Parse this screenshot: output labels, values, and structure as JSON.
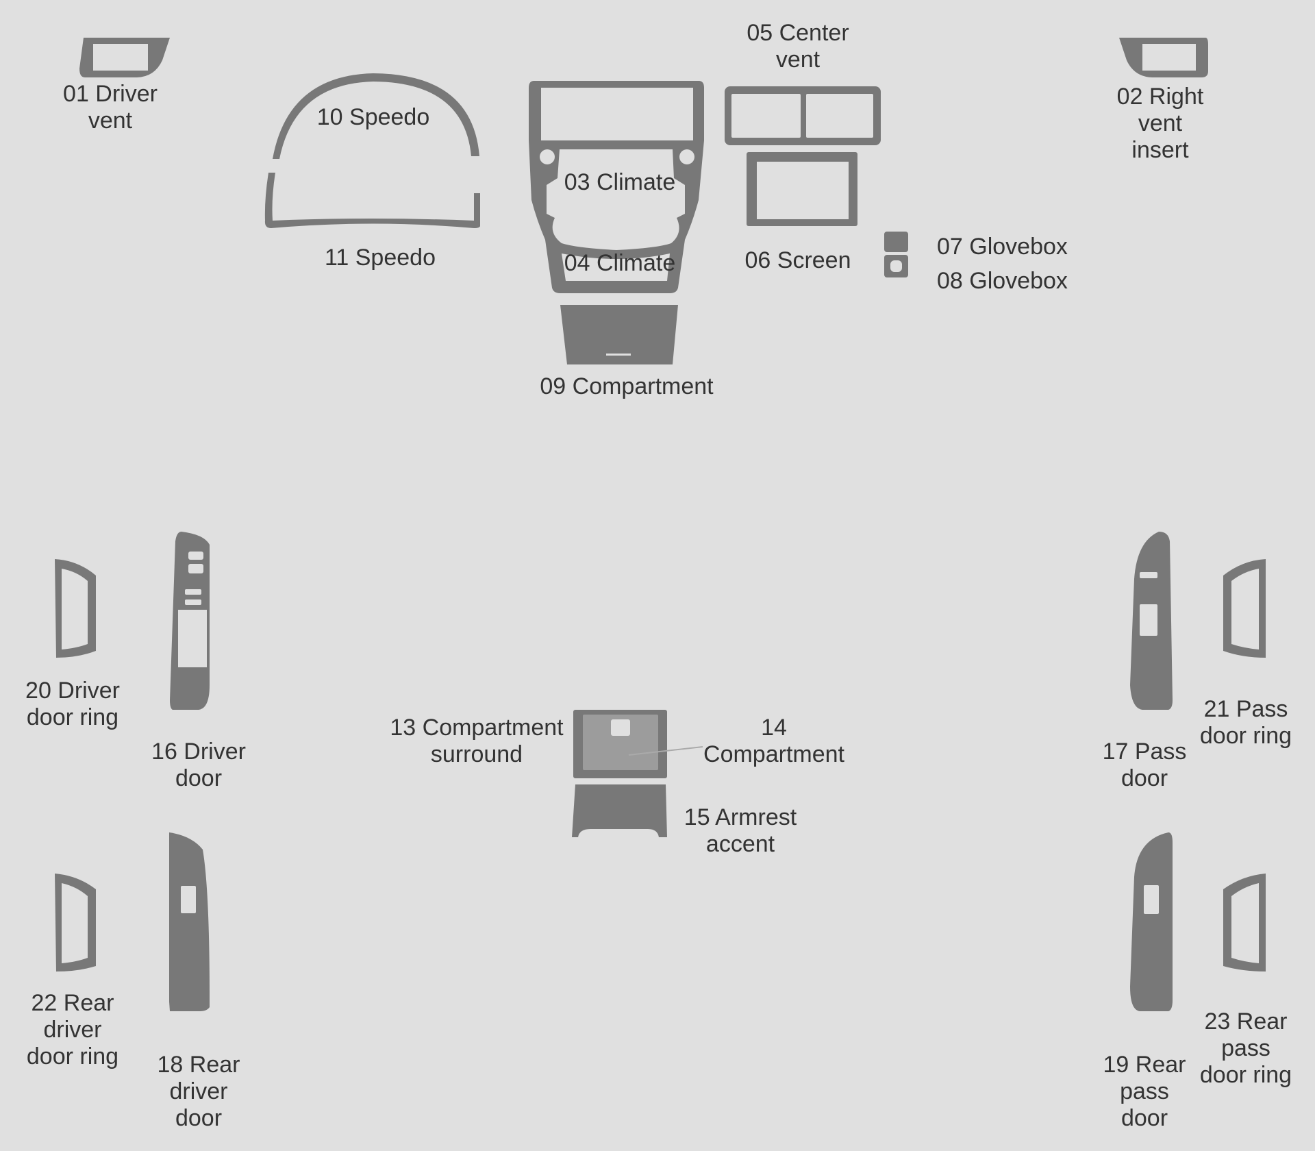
{
  "colors": {
    "background": "#e0e0e0",
    "piece": "#787878",
    "text": "#333333"
  },
  "parts": [
    {
      "id": "01",
      "lines": [
        "01 Driver",
        "vent"
      ]
    },
    {
      "id": "02",
      "lines": [
        "02 Right",
        "vent",
        "insert"
      ]
    },
    {
      "id": "03",
      "lines": [
        "03 Climate"
      ]
    },
    {
      "id": "04",
      "lines": [
        "04 Climate"
      ]
    },
    {
      "id": "05",
      "lines": [
        "05 Center",
        "vent"
      ]
    },
    {
      "id": "06",
      "lines": [
        "06 Screen"
      ]
    },
    {
      "id": "07",
      "lines": [
        "07 Glovebox"
      ]
    },
    {
      "id": "08",
      "lines": [
        "08 Glovebox"
      ]
    },
    {
      "id": "09",
      "lines": [
        "09 Compartment"
      ]
    },
    {
      "id": "10",
      "lines": [
        "10 Speedo"
      ]
    },
    {
      "id": "11",
      "lines": [
        "11 Speedo"
      ]
    },
    {
      "id": "13",
      "lines": [
        "13 Compartment",
        "surround"
      ]
    },
    {
      "id": "14",
      "lines": [
        "14",
        "Compartment"
      ]
    },
    {
      "id": "15",
      "lines": [
        "15 Armrest",
        "accent"
      ]
    },
    {
      "id": "16",
      "lines": [
        "16 Driver",
        "door"
      ]
    },
    {
      "id": "17",
      "lines": [
        "17 Pass",
        "door"
      ]
    },
    {
      "id": "18",
      "lines": [
        "18 Rear",
        "driver",
        "door"
      ]
    },
    {
      "id": "19",
      "lines": [
        "19 Rear",
        "pass",
        "door"
      ]
    },
    {
      "id": "20",
      "lines": [
        "20 Driver",
        "door ring"
      ]
    },
    {
      "id": "21",
      "lines": [
        "21 Pass",
        "door ring"
      ]
    },
    {
      "id": "22",
      "lines": [
        "22 Rear",
        "driver",
        "door ring"
      ]
    },
    {
      "id": "23",
      "lines": [
        "23 Rear",
        "pass",
        "door ring"
      ]
    }
  ]
}
